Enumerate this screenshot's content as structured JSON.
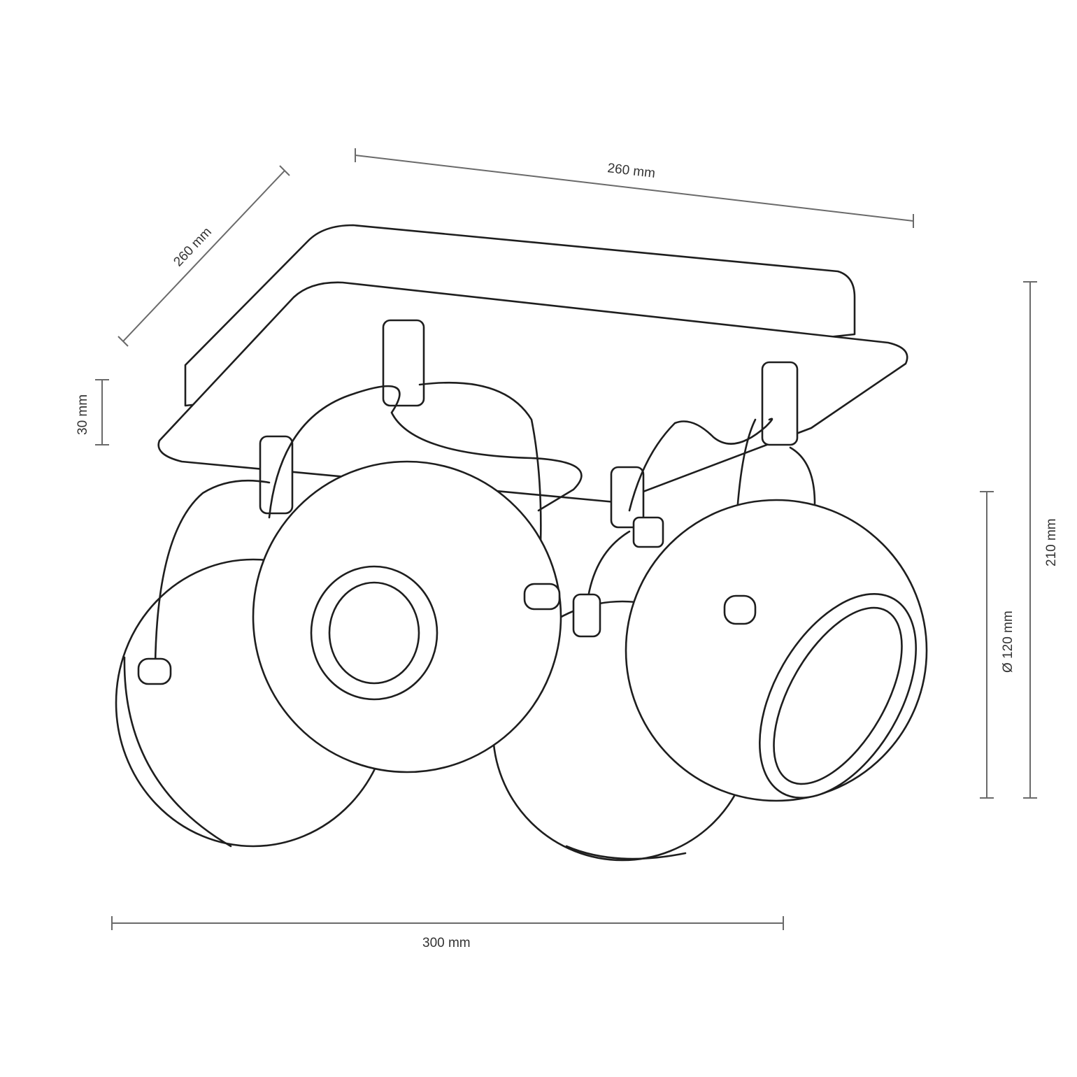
{
  "title": "Ceiling spotlight dimension drawing",
  "dimensions": {
    "width_top": "260 mm",
    "depth_diagonal": "260 mm",
    "base_height": "30 mm",
    "total_height": "210 mm",
    "shade_diameter": "Ø 120 mm",
    "total_width": "300 mm"
  },
  "colors": {
    "line": "#1e1e1e",
    "dimension": "#6a6a6a"
  }
}
